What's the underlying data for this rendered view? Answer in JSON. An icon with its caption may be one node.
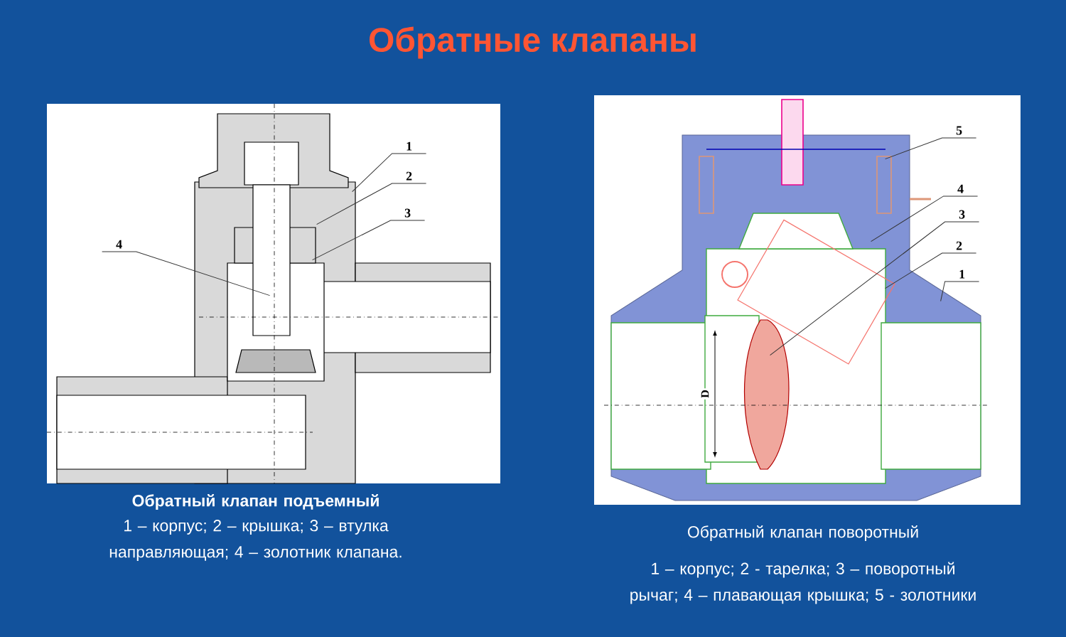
{
  "diagram": {
    "title": "Обратные клапаны",
    "nodes": [
      {
        "text": [],
        "shape": "picture"
      },
      {
        "text": [
          "1"
        ],
        "in": 0
      },
      {
        "text": [
          "2"
        ],
        "in": 0
      },
      {
        "text": [
          "3"
        ],
        "in": 0
      },
      {
        "text": [
          "4"
        ],
        "in": 0
      },
      {
        "text": [],
        "shape": "picture"
      },
      {
        "text": [
          "5"
        ],
        "in": 5
      },
      {
        "text": [
          "4"
        ],
        "in": 5
      },
      {
        "text": [
          "3"
        ],
        "in": 5
      },
      {
        "text": [
          "2"
        ],
        "in": 5
      },
      {
        "text": [
          "1"
        ],
        "in": 5
      }
    ],
    "edges": [
      {
        "from": 1,
        "to": 0,
        "arrow": "none"
      },
      {
        "from": 2,
        "to": 0,
        "arrow": "none"
      },
      {
        "from": 3,
        "to": 0,
        "arrow": "none"
      },
      {
        "from": 4,
        "to": 0,
        "arrow": "none"
      },
      {
        "from": 6,
        "to": 5,
        "arrow": "none"
      },
      {
        "from": 7,
        "to": 5,
        "arrow": "none"
      },
      {
        "from": 8,
        "to": 5,
        "arrow": "none"
      },
      {
        "from": 9,
        "to": 5,
        "arrow": "none"
      },
      {
        "from": 10,
        "to": 5,
        "arrow": "none"
      }
    ],
    "labels": [
      "D",
      "Обратный клапан подъемный",
      "1 – корпус; 2 – крышка; 3 – втулка направляющая; 4 – золотник клапана.",
      "Обратный клапан поворотный",
      "1 – корпус; 2 - тарелка; 3 – поворотный рычаг; 4 – плавающая крышка; 5 - золотники"
    ]
  }
}
